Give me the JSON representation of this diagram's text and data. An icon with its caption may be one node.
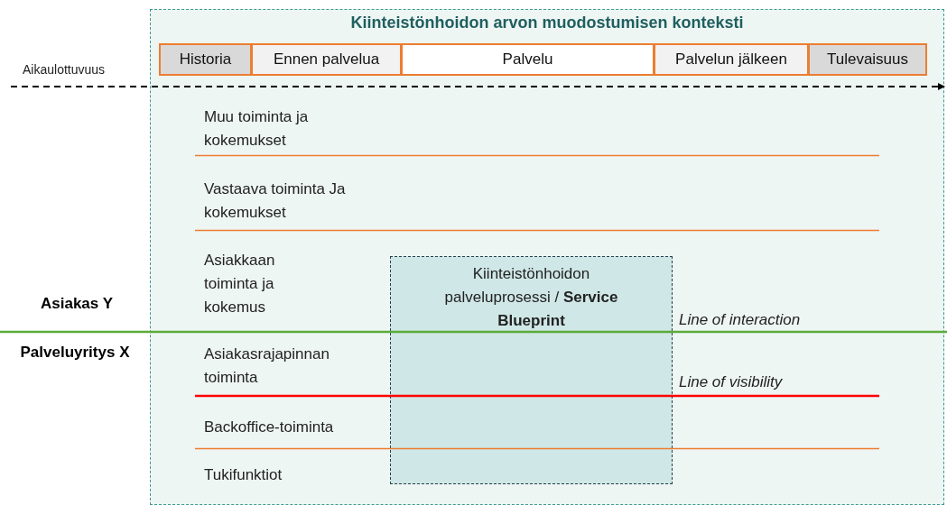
{
  "diagram": {
    "nodes": [
      {
        "text": [
          "Kiinteistönhoidon arvon muodostumisen konteksti"
        ]
      },
      {
        "text": [
          "Historia"
        ],
        "in": 0
      },
      {
        "text": [
          "Ennen palvelua"
        ],
        "in": 0
      },
      {
        "text": [
          "Palvelu"
        ],
        "in": 0
      },
      {
        "text": [
          "Palvelun jälkeen"
        ],
        "in": 0
      },
      {
        "text": [
          "Tulevaisuus"
        ],
        "in": 0
      },
      {
        "text": [
          "Kiinteistönhoidon palveluprosessi / **Service Blueprint**"
        ],
        "in": 0
      }
    ],
    "labels": [
      "Aikaulottuvuus",
      "Muu toiminta ja kokemukset",
      "Vastaava toiminta Ja kokemukset",
      "Asiakkaan toiminta ja kokemus",
      "Asiakas Y",
      "Palveluyritys X",
      "Asiakasrajapinnan toiminta",
      "Line of interaction",
      "Line of visibility",
      "Backoffice-toiminta",
      "Tukifunktiot"
    ]
  }
}
